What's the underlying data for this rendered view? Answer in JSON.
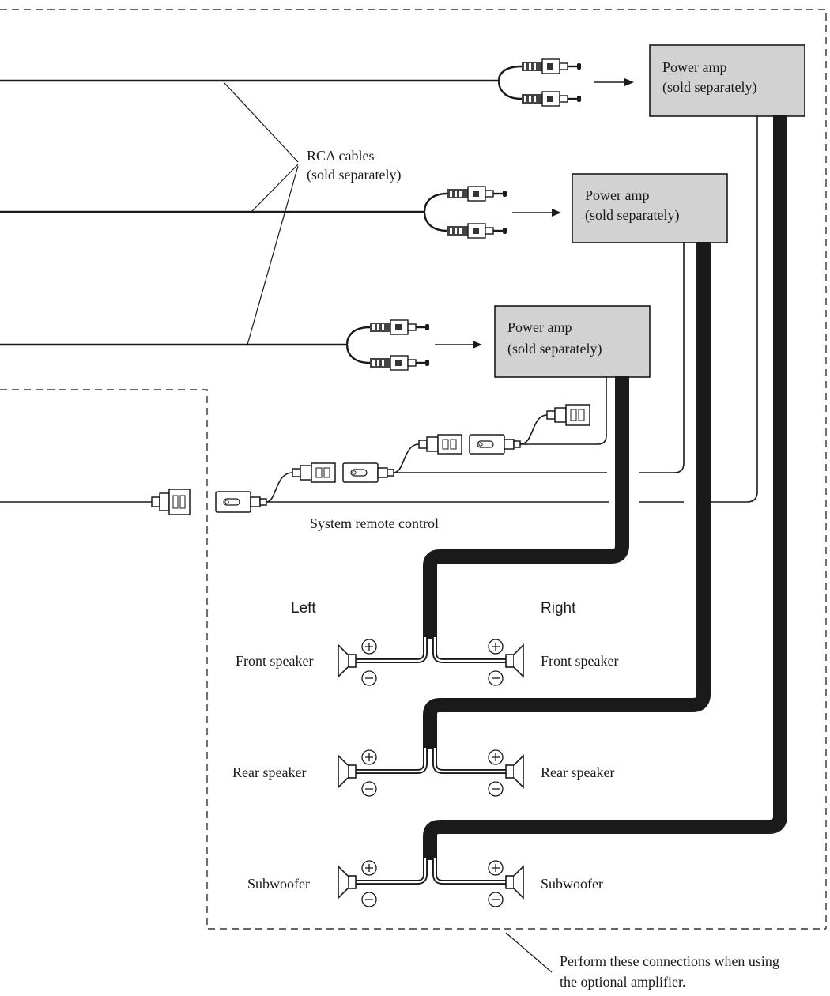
{
  "amps": [
    {
      "line1": "Power amp",
      "line2": "(sold separately)"
    },
    {
      "line1": "Power amp",
      "line2": "(sold separately)"
    },
    {
      "line1": "Power amp",
      "line2": "(sold separately)"
    }
  ],
  "rca_label": {
    "line1": "RCA cables",
    "line2": "(sold separately)"
  },
  "remote_label": "System remote control",
  "side_left": "Left",
  "side_right": "Right",
  "speakers": {
    "front_left": "Front speaker",
    "front_right": "Front speaker",
    "rear_left": "Rear speaker",
    "rear_right": "Rear speaker",
    "sub_left": "Subwoofer",
    "sub_right": "Subwoofer"
  },
  "polarity": {
    "plus": "+",
    "minus": "−"
  },
  "footnote": {
    "line1": "Perform these connections when using",
    "line2": "the optional amplifier."
  },
  "colors": {
    "amp_fill": "#d2d2d2",
    "ink": "#1a1a1a"
  }
}
